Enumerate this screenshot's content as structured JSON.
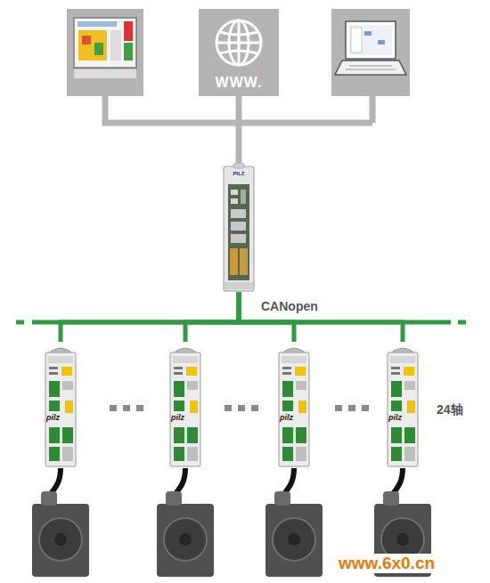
{
  "diagram": {
    "nodes": [
      {
        "text": [
          "WWW."
        ]
      },
      {
        "text": [
          "PILZ"
        ]
      },
      {
        "text": [
          "pilz"
        ]
      },
      {
        "text": [
          "pilz"
        ]
      },
      {
        "text": [
          "pilz"
        ]
      },
      {
        "text": [
          "pilz"
        ]
      }
    ],
    "edges": [
      {
        "from": 0,
        "to": 1,
        "arrow": "none"
      },
      {
        "from": 1,
        "to": 2,
        "arrow": "none"
      },
      {
        "from": 1,
        "to": 3,
        "arrow": "none"
      },
      {
        "from": 1,
        "to": 4,
        "arrow": "none"
      },
      {
        "from": 1,
        "to": 5,
        "arrow": "none"
      }
    ],
    "labels": [
      "CANopen",
      "24轴",
      "www.6x0.cn"
    ]
  }
}
